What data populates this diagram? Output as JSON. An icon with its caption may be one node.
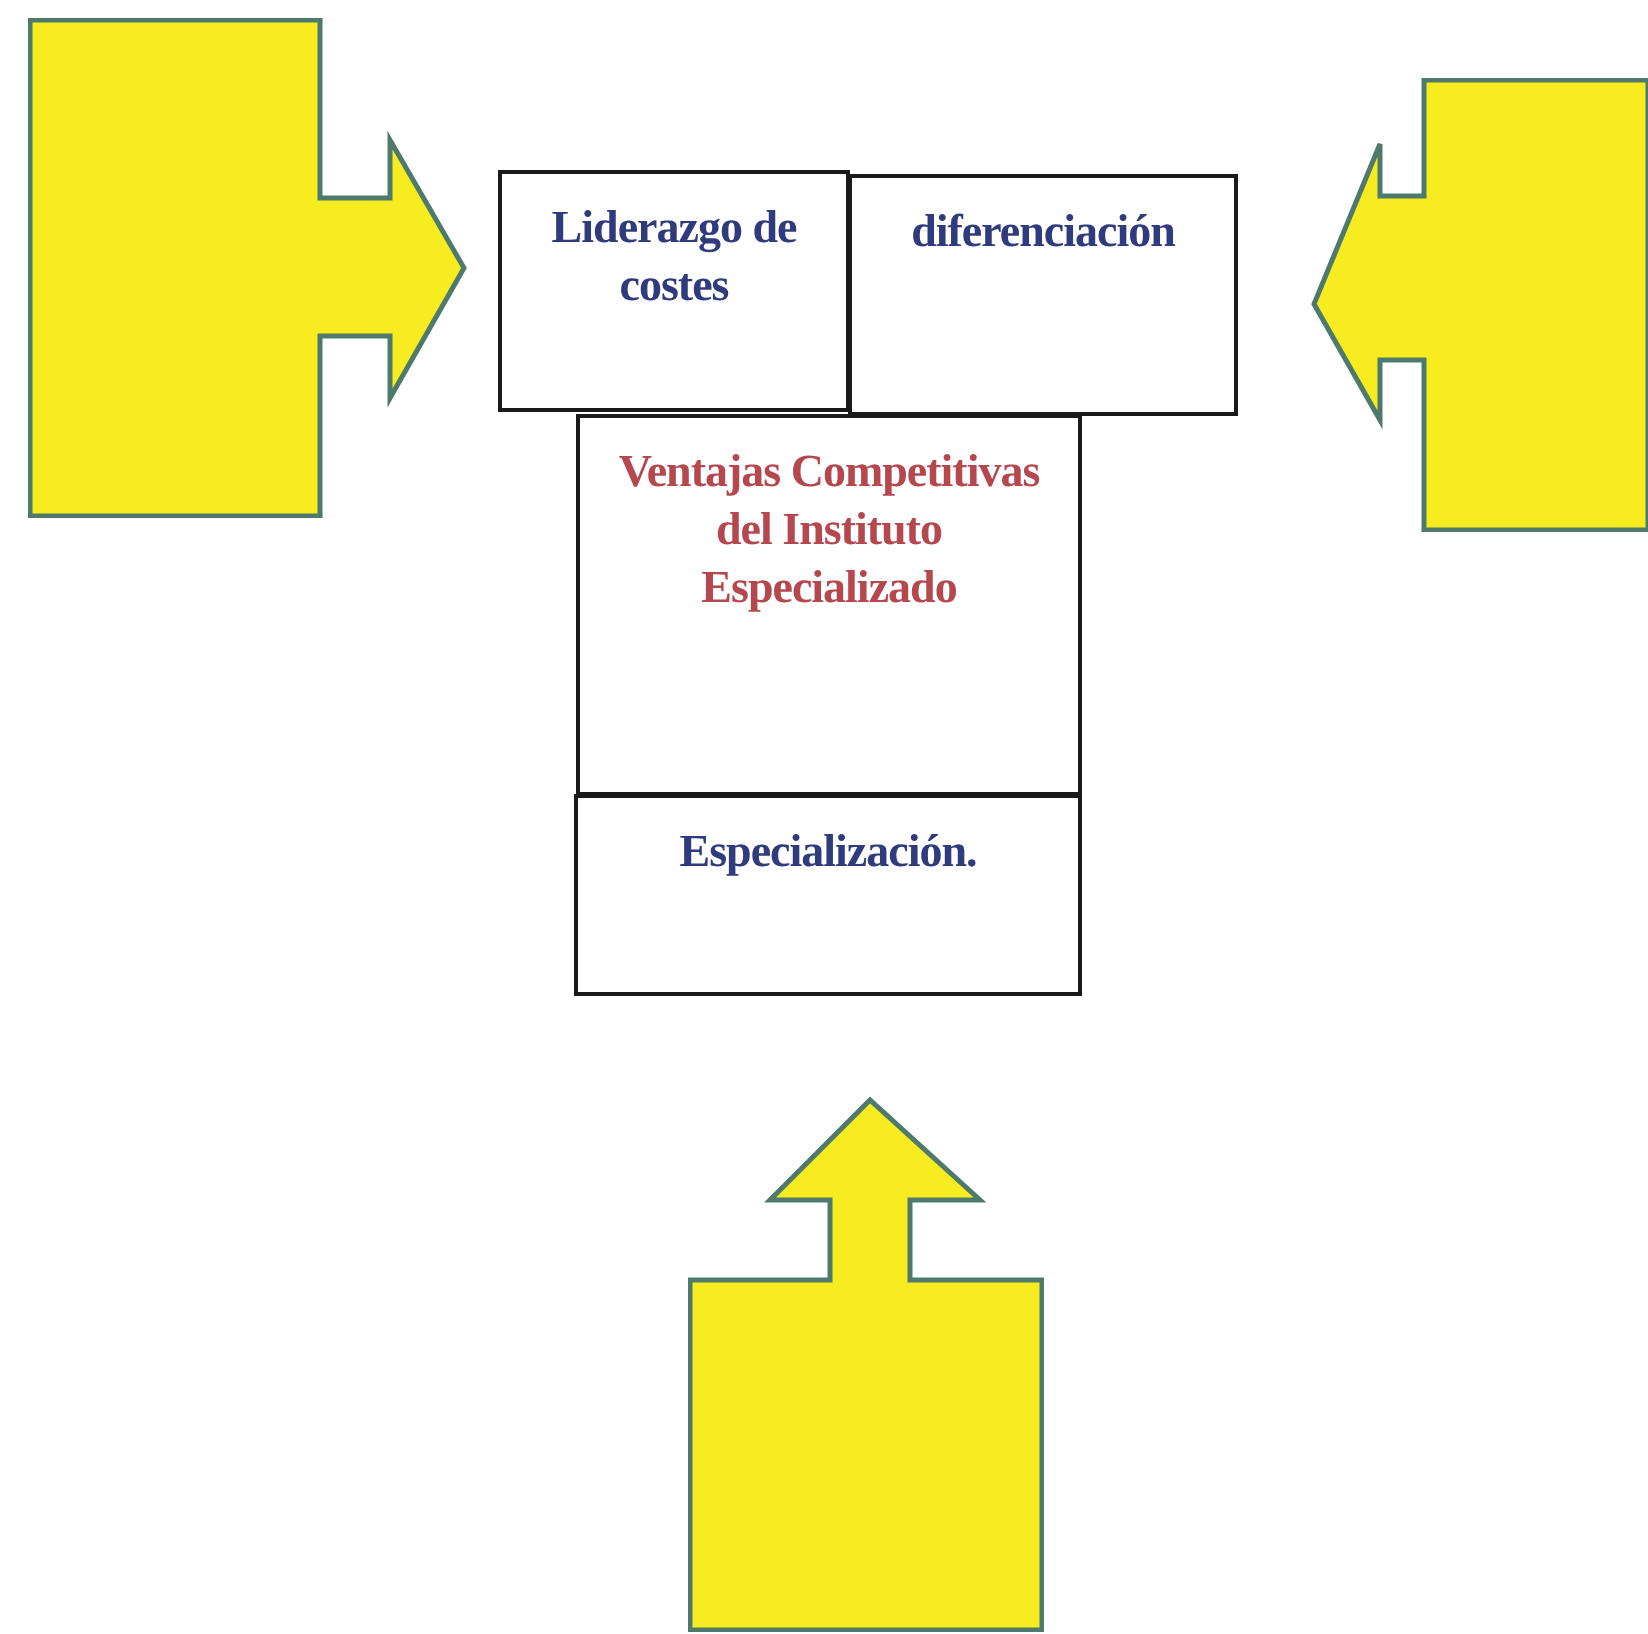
{
  "diagram": {
    "nodes": [
      {
        "text": [
          "Liderazgo de costes"
        ]
      },
      {
        "text": [
          "diferenciación"
        ]
      },
      {
        "text": [
          "Ventajas Competitivas del Instituto Especializado"
        ]
      },
      {
        "text": [
          "Especialización."
        ]
      },
      {
        "text": [],
        "shape": "arrow"
      },
      {
        "text": [],
        "shape": "arrow"
      },
      {
        "text": [],
        "shape": "arrow"
      }
    ]
  }
}
